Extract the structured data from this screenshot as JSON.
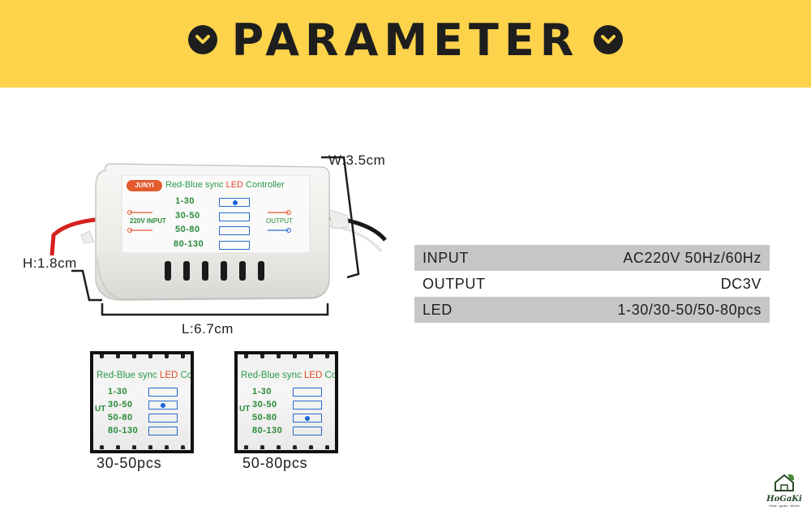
{
  "banner": {
    "title": "PARAMETER",
    "icons": [
      "chevron-down-circle-icon",
      "chevron-down-circle-icon"
    ],
    "background_color": "#fcd34a"
  },
  "device": {
    "brand": "JUNYI",
    "title_prefix": "Red-Blue sync ",
    "title_led": "LED",
    "title_suffix": " Controller",
    "input_label": "220V INPUT",
    "output_label": "OUTPUT",
    "ranges": [
      "1-30",
      "30-50",
      "50-80",
      "80-130"
    ],
    "selected_index": 0
  },
  "dimensions": {
    "width": "W:3.5cm",
    "height": "H:1.8cm",
    "length": "L:6.7cm"
  },
  "specs": [
    {
      "label": "INPUT",
      "value": "AC220V 50Hz/60Hz"
    },
    {
      "label": "OUTPUT",
      "value": "DC3V"
    },
    {
      "label": "LED",
      "value": "1-30/30-50/50-80pcs"
    }
  ],
  "variants": [
    {
      "title_prefix": "Red-Blue sync ",
      "title_led": "LED",
      "title_suffix": " Con",
      "side_cut": "UT",
      "ranges": [
        "1-30",
        "30-50",
        "50-80",
        "80-130"
      ],
      "selected_index": 1,
      "caption": "30-50pcs"
    },
    {
      "title_prefix": "Red-Blue sync ",
      "title_led": "LED",
      "title_suffix": " Con",
      "side_cut": "UT",
      "ranges": [
        "1-30",
        "30-50",
        "50-80",
        "80-130"
      ],
      "selected_index": 2,
      "caption": "50-80pcs"
    }
  ],
  "logo": {
    "name": "HoGaKi",
    "tagline": "Home · garden · kitchen"
  }
}
